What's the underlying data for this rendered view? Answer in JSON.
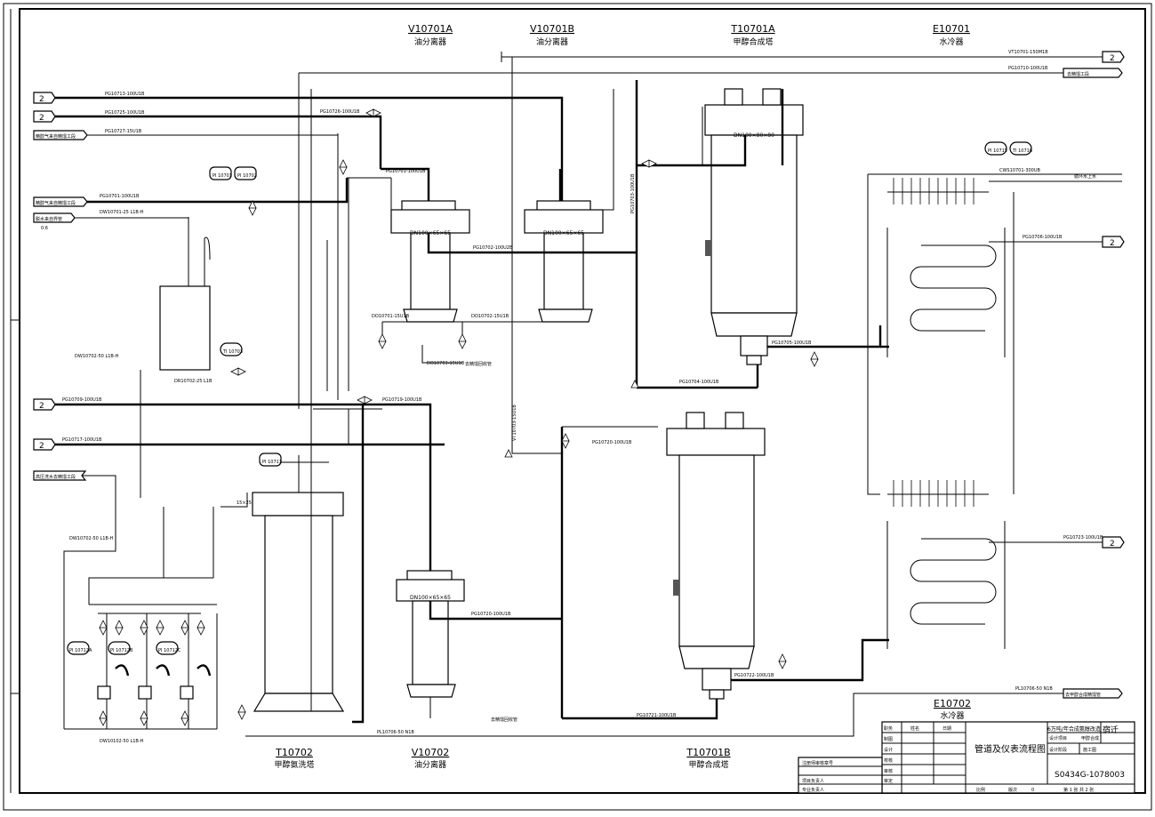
{
  "equipment": {
    "v10701a": {
      "tag": "V10701A",
      "name": "油分离器",
      "spec": "DN100×65×65"
    },
    "v10701b": {
      "tag": "V10701B",
      "name": "油分离器",
      "spec": "DN100×65×65"
    },
    "t10701a": {
      "tag": "T10701A",
      "name": "甲醇合成塔",
      "spec": "DN100×80×80"
    },
    "e10701": {
      "tag": "E10701",
      "name": "水冷器"
    },
    "t10702": {
      "tag": "T10702",
      "name": "甲醇氨洗塔"
    },
    "v10702": {
      "tag": "V10702",
      "name": "油分离器",
      "spec": "DN100×65×65"
    },
    "t10701b": {
      "tag": "T10701B",
      "name": "甲醇合成塔"
    },
    "e10702": {
      "tag": "E10702",
      "name": "水冷器"
    }
  },
  "lines": {
    "pg10713": "PG10713-100U1B",
    "pg10725": "PG10725-100U1B",
    "pg10727": "PG10727-15U1B",
    "pg10726": "PG10726-100U1B",
    "pg10701": "PG10701-100U1B",
    "pg10701b": "PG10701-100U1B",
    "dw10701": "DW10701-25 L1B-H",
    "dw10702": "DW10702-50 L1B-H",
    "dw10702b": "DW10702-50 L1B-H",
    "dr10702": "DR10702-25 L1B",
    "pg10709": "PG10709-100U1B",
    "pg10717": "PG10717-100U1B",
    "pg10719": "PG10719-100U1B",
    "pg10702": "PG10702-100U2B",
    "pg10703": "PG10703-100U1B",
    "vt10701": "VT10701-150M1B",
    "pg10710": "PG10710-100U1B",
    "cws10701": "CWS10701-300UB",
    "pg10706": "PG10706-100U1B",
    "pg10705": "PG10705-100U1B",
    "pg10704": "PG10704-100U1B",
    "pg10720": "PG10720-100U1B",
    "pg10720b": "PG10720-100U1B",
    "pg10723": "PG10723-100U1B",
    "pg10722": "PG10722-100U1B",
    "pg10721": "PG10721-100U1B",
    "pl10706": "PL10706-50 N1B",
    "pl10706b": "PL10706-50 N1B",
    "do10701": "DO10701-15U1B",
    "do10702": "DO10702-15U1B",
    "do10703": "DO10703-15U1B",
    "dw10101": "DW10102-50 L1B-H",
    "vt10703": "VT10703-15U1B",
    "reducer": "15×25"
  },
  "sources": {
    "s1": "精醇气来自精馏工段",
    "s2": "精醇气来自精馏工段",
    "s3": "脱水来自界管",
    "s3v": "0.6",
    "s4": "高压洗水去精馏工段",
    "s5": "去精馏工段",
    "s6": "循环水上水",
    "s7": "去甲醇合成精馏管",
    "s8": "去精馏回收管",
    "s9": "去精馏回收管"
  },
  "connectors": {
    "c2": "2"
  },
  "instruments": {
    "pi10701": "PI 10701",
    "pi10702": "PI 10702",
    "ti10703": "TI 10703",
    "pi10711": "PI 10711",
    "pi10712a": "PI 10712A",
    "pi10712b": "PI 10712B",
    "pi10712c": "PI 10712C",
    "pi10715": "PI 10715",
    "ti10716": "TI 10716"
  },
  "title_block": {
    "drawing_title": "管道及仪表流程图",
    "project": "6万吨/年合成氨醇改造",
    "company": "宿迁",
    "design_item": "甲醇合成",
    "stage": "施工图",
    "drawing_no": "S0434G-1078003",
    "rows": [
      "职务",
      "制图",
      "设计",
      "校核",
      "审核",
      "审定"
    ],
    "cols": [
      "姓名",
      "日期"
    ],
    "cell_labels": [
      "设计项目",
      "设计阶段"
    ],
    "ratio_label": "比例",
    "version_label": "版次",
    "version": "0",
    "sheet_label": "第 1 张 共 2 张",
    "notes": [
      "注册师审核章号",
      "项目负责人",
      "专业负责人"
    ]
  }
}
